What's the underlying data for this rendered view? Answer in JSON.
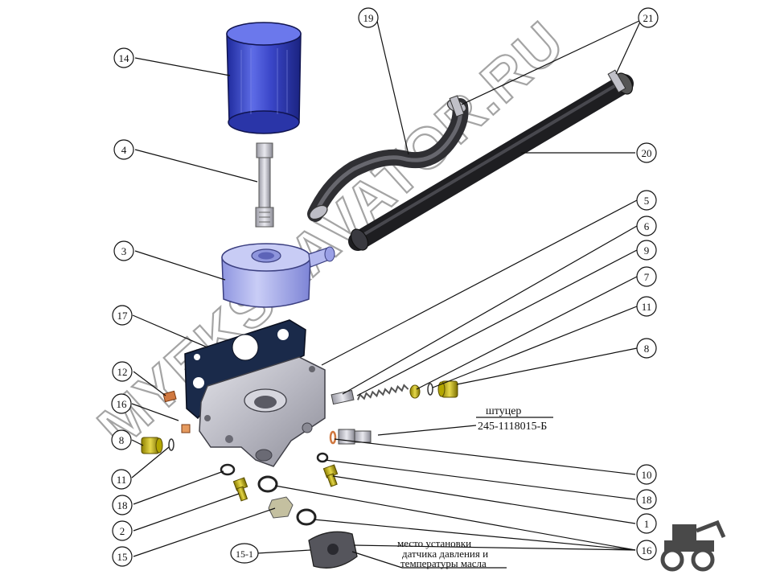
{
  "watermark": "MYEKSKAVATOR.RU",
  "callouts": [
    {
      "id": "c14",
      "label": "14"
    },
    {
      "id": "c4",
      "label": "4"
    },
    {
      "id": "c3",
      "label": "3"
    },
    {
      "id": "c17",
      "label": "17"
    },
    {
      "id": "c12",
      "label": "12"
    },
    {
      "id": "c16a",
      "label": "16"
    },
    {
      "id": "c8a",
      "label": "8"
    },
    {
      "id": "c11a",
      "label": "11"
    },
    {
      "id": "c18a",
      "label": "18"
    },
    {
      "id": "c2",
      "label": "2"
    },
    {
      "id": "c15",
      "label": "15"
    },
    {
      "id": "c151",
      "label": "15-1"
    },
    {
      "id": "c19",
      "label": "19"
    },
    {
      "id": "c21",
      "label": "21"
    },
    {
      "id": "c20",
      "label": "20"
    },
    {
      "id": "c5",
      "label": "5"
    },
    {
      "id": "c6",
      "label": "6"
    },
    {
      "id": "c9",
      "label": "9"
    },
    {
      "id": "c7",
      "label": "7"
    },
    {
      "id": "c11b",
      "label": "11"
    },
    {
      "id": "c8b",
      "label": "8"
    },
    {
      "id": "c10",
      "label": "10"
    },
    {
      "id": "c18b",
      "label": "18"
    },
    {
      "id": "c1",
      "label": "1"
    },
    {
      "id": "c16b",
      "label": "16"
    }
  ],
  "annotations": {
    "fitting_title": "штуцер",
    "fitting_code": "245-1118015-Б",
    "sensor_line1": "место установки",
    "sensor_line2": "датчика давления и",
    "sensor_line3": "температуры масла"
  },
  "colors": {
    "filter_blue": "#3a46c8",
    "housing_lavender": "#aab0ee",
    "body_gray": "#c9c9cf",
    "hose_dark": "#2a2a2a",
    "brass": "#c8b400",
    "copper": "#d07840"
  }
}
